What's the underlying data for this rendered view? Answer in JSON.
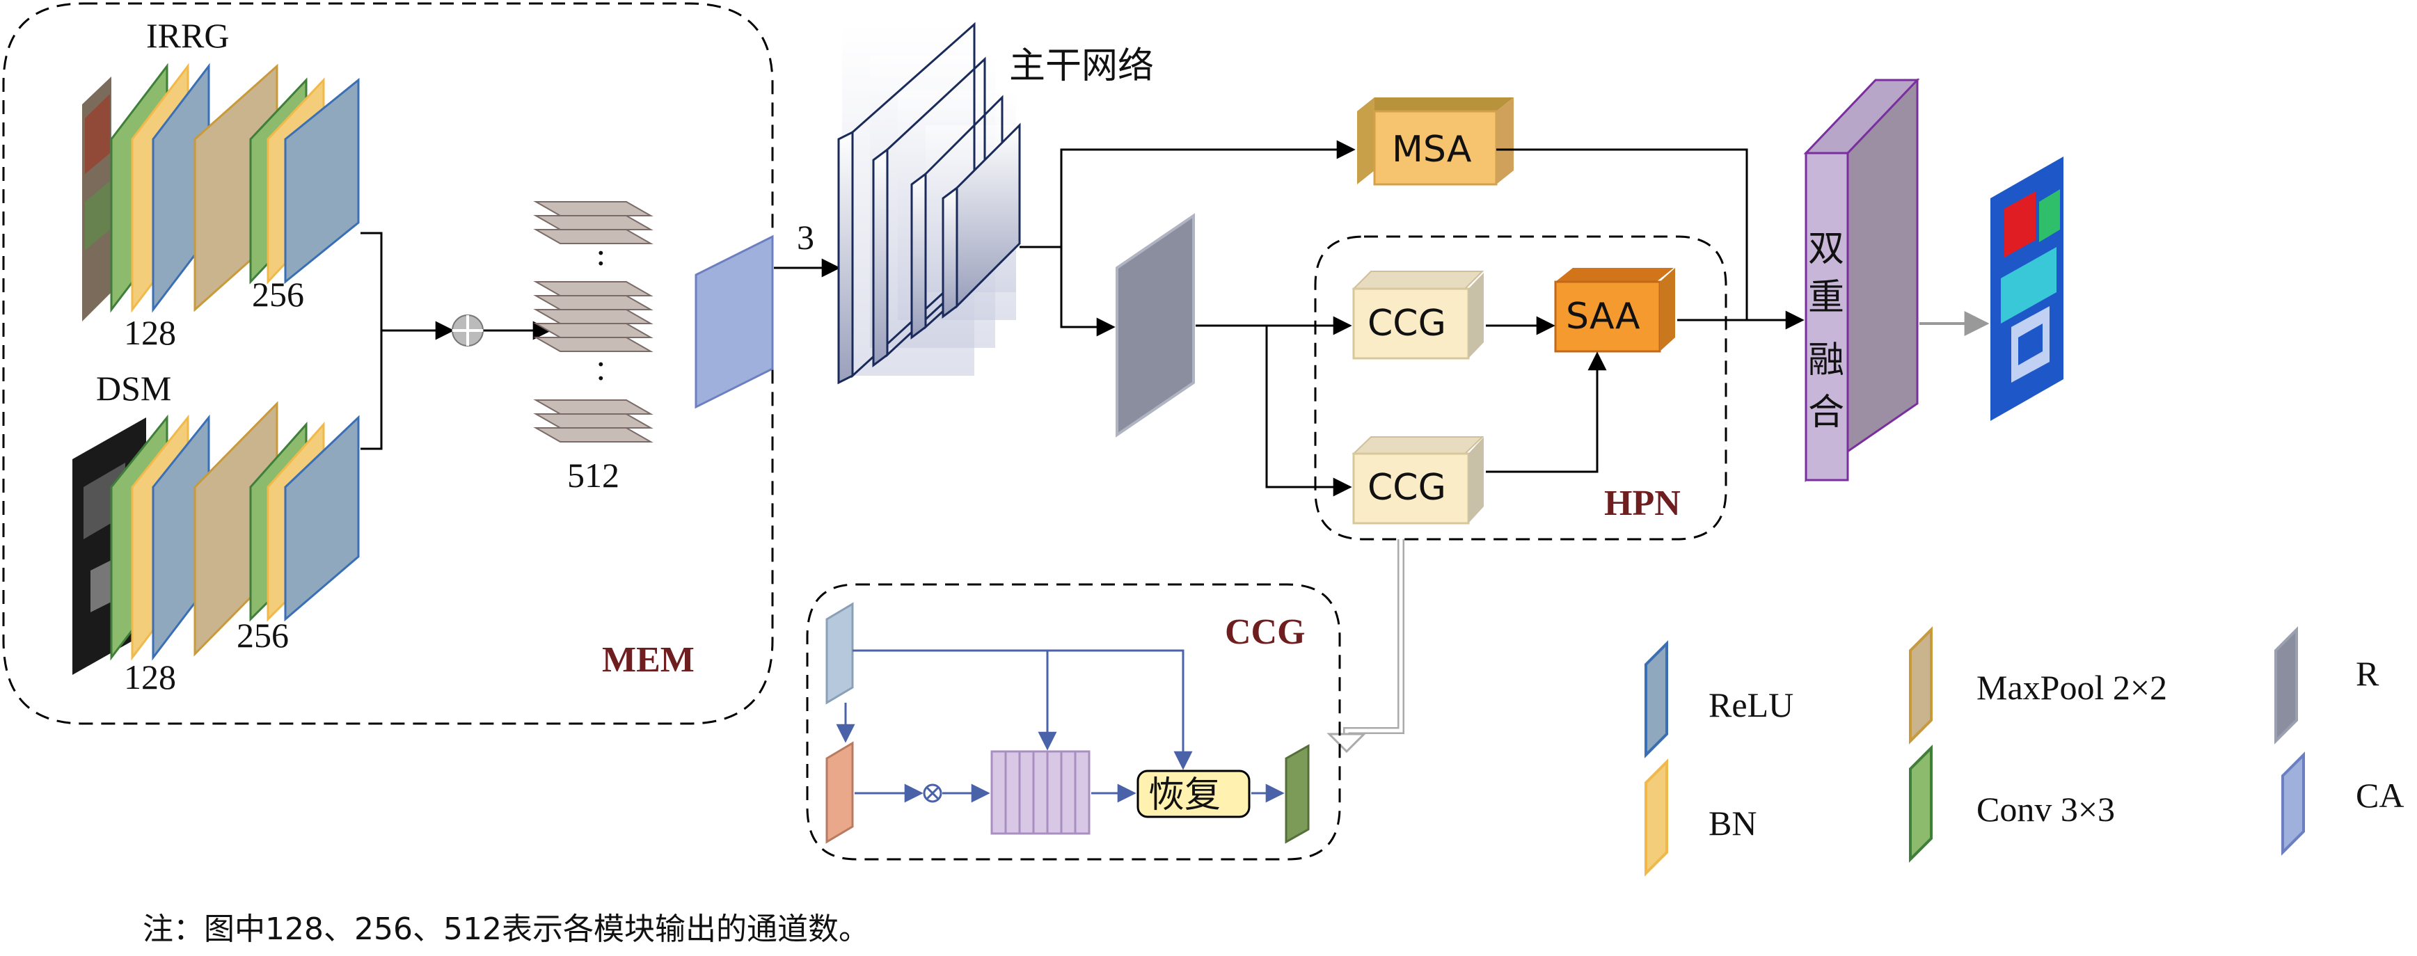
{
  "labels": {
    "irrg": "IRRG",
    "dsm": "DSM",
    "c128_top": "128",
    "c256_top": "256",
    "c128_bottom": "128",
    "c256_bottom": "256",
    "c512": "512",
    "mem": "MEM",
    "three": "3",
    "backbone": "主干网络",
    "msa": "MSA",
    "ccg_top": "CCG",
    "ccg_bottom": "CCG",
    "saa": "SAA",
    "hpn": "HPN",
    "fusion": [
      "双",
      "重",
      "融",
      "合"
    ],
    "ccg_detail_title": "CCG",
    "restore": "恢复"
  },
  "legend": [
    {
      "label": "ReLU",
      "color": "#8fa8bd",
      "edge": "#3a6fb5"
    },
    {
      "label": "MaxPool 2×2",
      "color": "#c9b48e",
      "edge": "#c89a3a"
    },
    {
      "label": "R",
      "color": "#8a8e9e",
      "edge": "#9aa0b0"
    },
    {
      "label": "BN",
      "color": "#f4cd7a",
      "edge": "#f0b94a"
    },
    {
      "label": "Conv 3×3",
      "color": "#8dbb6e",
      "edge": "#3f7f3a"
    },
    {
      "label": "CA",
      "color": "#9fb0dc",
      "edge": "#6c7fc0"
    }
  ],
  "note": "注：图中128、256、512表示各模块输出的通道数。"
}
